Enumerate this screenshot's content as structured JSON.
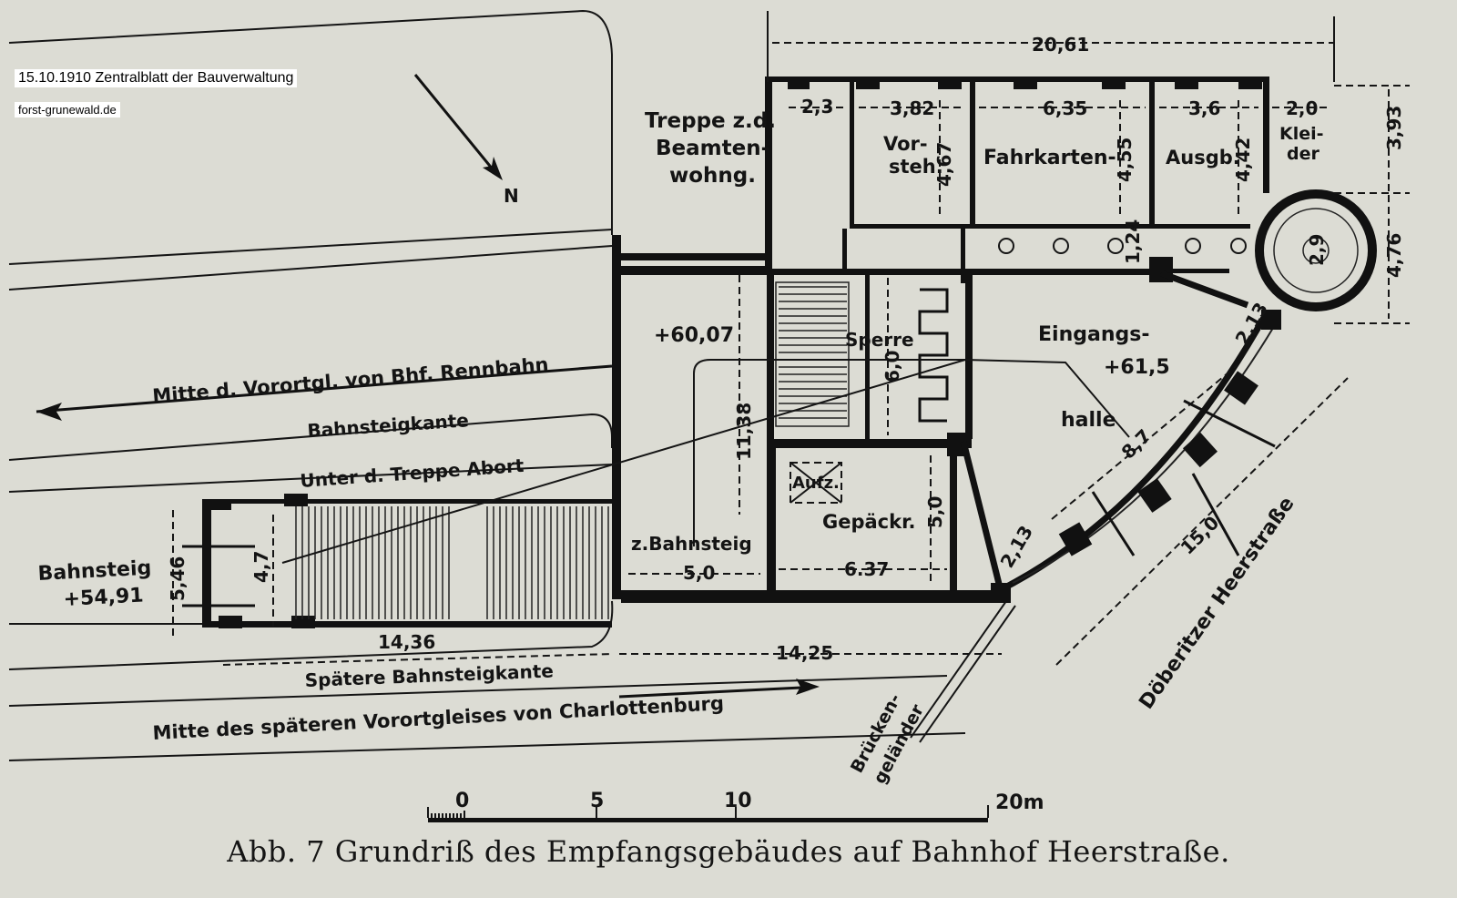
{
  "header": {
    "source": "15.10.1910 Zentralblatt der Bauverwaltung",
    "site": "forst-grunewald.de"
  },
  "caption": "Abb. 7   Grundriß des Empfangsgebäudes auf Bahnhof Heerstraße.",
  "north": "N",
  "rooms": {
    "treppe_l1": "Treppe z.d.",
    "treppe_l2": "Beamten-",
    "treppe_l3": "wohng.",
    "vorsteh_l1": "Vor-",
    "vorsteh_l2": "steh.",
    "fahrkarten": "Fahrkarten-",
    "ausgb": "Ausgb.",
    "kleider_l1": "Klei-",
    "kleider_l2": "der",
    "sperre": "Sperre",
    "eingang": "Eingangs-",
    "halle": "halle",
    "aufz": "Aufz.",
    "gepaeck": "Gepäckr.",
    "z_bahnsteig": "z.Bahnsteig",
    "bahnsteig": "Bahnsteig",
    "abort": "Unter d. Treppe Abort"
  },
  "levels": {
    "upper": "+60,07",
    "hall": "+61,5",
    "platform": "+54,91"
  },
  "lines": {
    "rennbahn": "Mitte d. Vorortgl. von Bhf. Rennbahn",
    "kante": "Bahnsteigkante",
    "spaetere_kante": "Spätere Bahnsteigkante",
    "charlottenburg": "Mitte des späteren Vorortgleises von Charlottenburg",
    "heerstrasse": "Döberitzer Heerstraße",
    "gelaender_l1": "Brücken-",
    "gelaender_l2": "geländer"
  },
  "dimensions": {
    "total_width": "20,61",
    "d_2_3": "2,3",
    "d_3_82": "3,82",
    "d_6_35": "6,35",
    "d_3_6": "3,6",
    "d_2_0": "2,0",
    "d_4_67": "4,67",
    "d_4_55": "4,55",
    "d_4_42": "4,42",
    "d_3_93": "3,93",
    "d_4_76": "4,76",
    "d_1_24": "1,24",
    "d_2_9": "2,9",
    "d_2_13a": "2,13",
    "d_2_13b": "2,13",
    "d_6_0": "6,0",
    "d_11_38": "11,38",
    "d_8_7": "8,7",
    "d_15_0": "15,0",
    "d_5_0a": "5,0",
    "d_5_0b": "5,0",
    "d_6_37": "6.37",
    "d_14_36": "14,36",
    "d_14_25": "14,25",
    "d_5_46": "5,46",
    "d_4_7": "4,7"
  },
  "scale": {
    "t0": "0",
    "t5": "5",
    "t10": "10",
    "t20": "20m"
  }
}
